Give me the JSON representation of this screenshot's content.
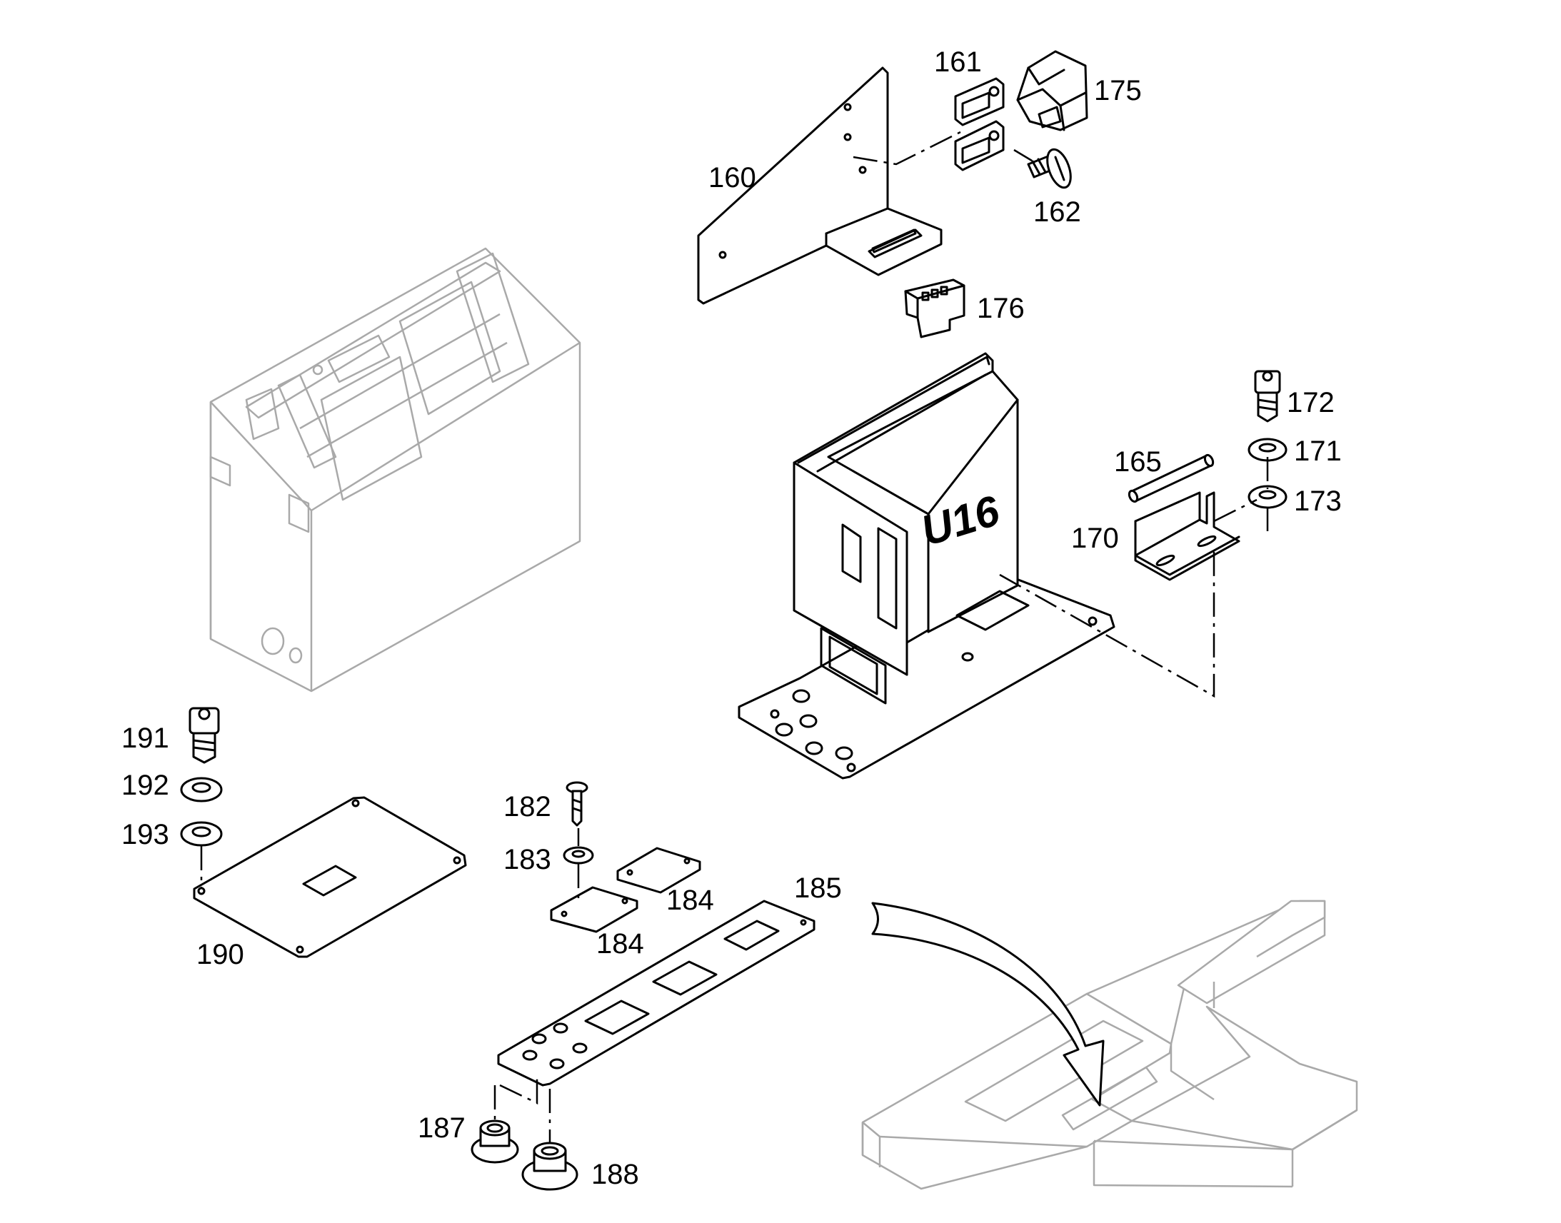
{
  "diagram": {
    "unit_label": "U16",
    "part_numbers": {
      "p160": "160",
      "p161": "161",
      "p162": "162",
      "p165": "165",
      "p170": "170",
      "p171": "171",
      "p172": "172",
      "p173": "173",
      "p175": "175",
      "p176": "176",
      "p182": "182",
      "p183": "183",
      "p184a": "184",
      "p184b": "184",
      "p185": "185",
      "p187": "187",
      "p188": "188",
      "p190": "190",
      "p191": "191",
      "p192": "192",
      "p193": "193"
    }
  }
}
